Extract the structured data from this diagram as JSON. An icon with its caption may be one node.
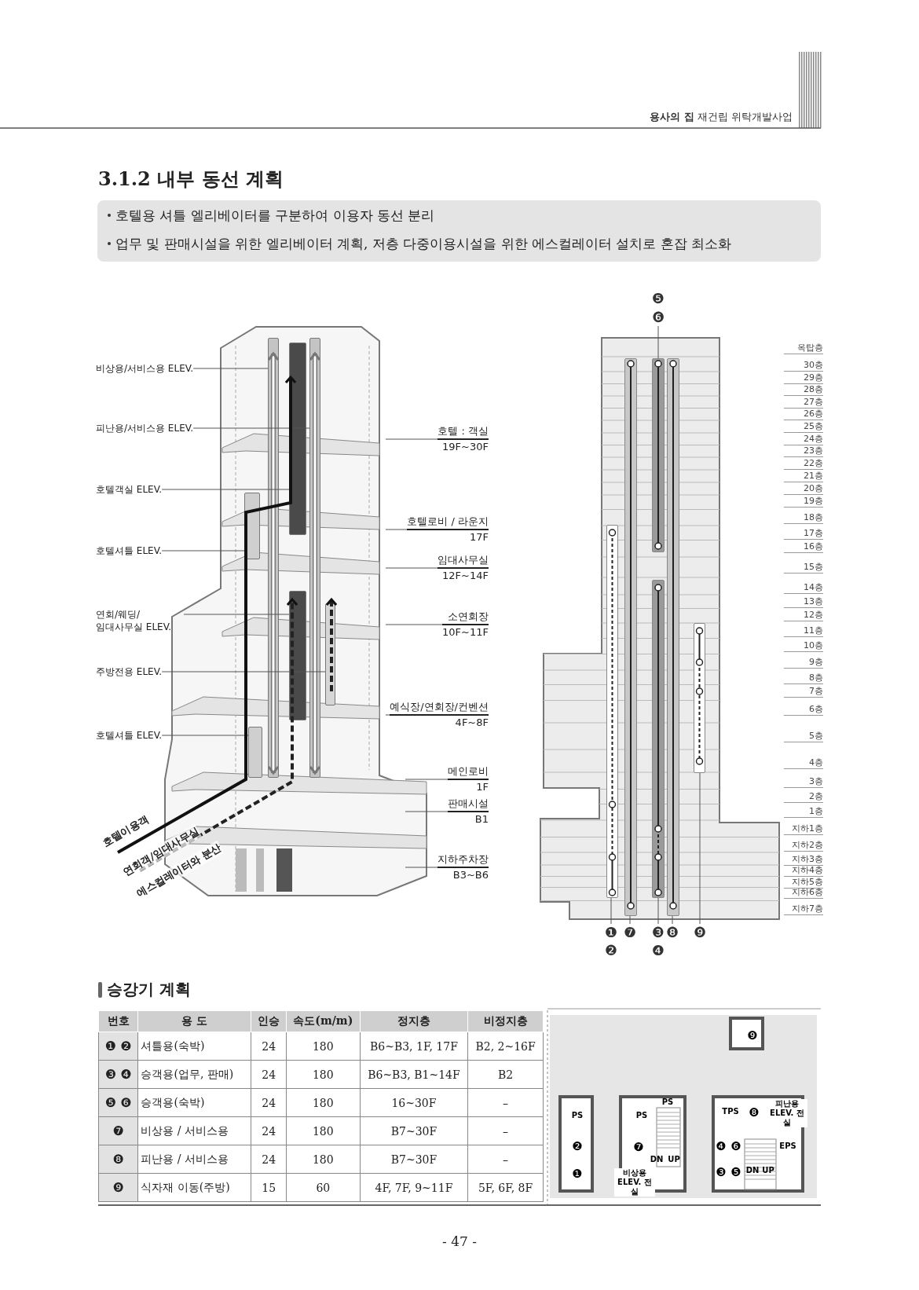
{
  "diagram": {
    "title": "3.1.2 내부 동선 계획",
    "nodes": [
      {
        "text": [
          "비상용/서비스용 ELEV."
        ]
      },
      {
        "text": [
          "피난용/서비스용 ELEV."
        ]
      },
      {
        "text": [
          "호텔객실 ELEV."
        ]
      },
      {
        "text": [
          "호텔셔틀 ELEV."
        ]
      },
      {
        "text": [
          "연회/웨딩/ 임대사무실 ELEV."
        ]
      },
      {
        "text": [
          "주방전용 ELEV."
        ]
      },
      {
        "text": [
          "호텔셔틀 ELEV."
        ]
      },
      {
        "text": [],
        "shape": "bar"
      },
      {
        "text": [],
        "shape": "bar"
      },
      {
        "text": [],
        "shape": "bar"
      },
      {
        "text": [],
        "shape": "bar"
      },
      {
        "text": [],
        "shape": "bar"
      },
      {
        "text": [],
        "shape": "bar"
      },
      {
        "text": [],
        "shape": "bar"
      },
      {
        "text": [
          "호텔 : 객실",
          "19F~30F"
        ]
      },
      {
        "text": [
          "호텔로비 / 라운지",
          "17F"
        ]
      },
      {
        "text": [
          "임대사무실",
          "12F~14F"
        ]
      },
      {
        "text": [
          "소연회장",
          "10F~11F"
        ]
      },
      {
        "text": [
          "예식장/연회장/컨벤션",
          "4F~8F"
        ]
      },
      {
        "text": [
          "메인로비",
          "1F"
        ]
      },
      {
        "text": [
          "판매시설",
          "B1"
        ]
      },
      {
        "text": [
          "지하주차장",
          "B3~B6"
        ]
      },
      {
        "text": [
          "❻"
        ]
      },
      {
        "text": [
          "❶"
        ]
      },
      {
        "text": [
          "❼"
        ]
      },
      {
        "text": [
          "❸"
        ]
      },
      {
        "text": [
          "❽"
        ]
      },
      {
        "text": [
          "❾"
        ]
      },
      {
        "text": [],
        "shape": "bar"
      },
      {
        "text": [],
        "shape": "bar"
      },
      {
        "text": [],
        "shape": "bar"
      },
      {
        "text": [],
        "shape": "bar"
      },
      {
        "text": [],
        "shape": "bar"
      },
      {
        "text": [],
        "shape": "bar"
      }
    ],
    "edges": [
      {
        "from": 0,
        "to": 7,
        "arrow": "none"
      },
      {
        "from": 1,
        "to": 8,
        "arrow": "none"
      },
      {
        "from": 2,
        "to": 9,
        "arrow": "none"
      },
      {
        "from": 3,
        "to": 10,
        "arrow": "none"
      },
      {
        "from": 4,
        "to": 11,
        "arrow": "none"
      },
      {
        "from": 5,
        "to": 12,
        "arrow": "none"
      },
      {
        "from": 6,
        "to": 13,
        "arrow": "none"
      },
      {
        "from": 14,
        "to": null,
        "arrow": "none"
      },
      {
        "from": 15,
        "to": null,
        "arrow": "none"
      },
      {
        "from": 16,
        "to": null,
        "arrow": "none"
      },
      {
        "from": 17,
        "to": null,
        "arrow": "none"
      },
      {
        "from": 18,
        "to": null,
        "arrow": "none"
      },
      {
        "from": 19,
        "to": null,
        "arrow": "none"
      },
      {
        "from": 20,
        "to": null,
        "arrow": "none"
      },
      {
        "from": 21,
        "to": null,
        "arrow": "none"
      },
      {
        "from": 22,
        "to": 30,
        "arrow": "none"
      },
      {
        "from": 23,
        "to": 28,
        "arrow": "none"
      },
      {
        "from": 24,
        "to": 29,
        "arrow": "none"
      },
      {
        "from": 25,
        "to": 31,
        "arrow": "none"
      },
      {
        "from": 26,
        "to": 32,
        "arrow": "none"
      },
      {
        "from": 27,
        "to": 33,
        "arrow": "none"
      }
    ],
    "labels": [
      "**용사의 집** 재건립 위탁개발사업",
      "호텔용 셔틀 엘리베이터를 구분하여 이용자 동선 분리",
      "업무 및 판매시설을 위한 엘리베이터 계획, 저층 다중이용시설을 위한 에스컬레이터 설치로 혼잡 최소화",
      "호텔이용객",
      "연회객/임대사무실",
      "에스컬레이터와 분산",
      "❺",
      "옥탑층",
      "30층",
      "29층",
      "28층",
      "27층",
      "26층",
      "25층",
      "24층",
      "23층",
      "22층",
      "21층",
      "20층",
      "19층",
      "18층",
      "17층",
      "16층",
      "15층",
      "14층",
      "13층",
      "12층",
      "11층",
      "10층",
      "9층",
      "8층",
      "7층",
      "6층",
      "5층",
      "4층",
      "3층",
      "2층",
      "1층",
      "지하1층",
      "지하2층",
      "지하3층",
      "지하4층",
      "지하5층",
      "지하6층",
      "지하7층",
      "❷",
      "❹",
      "승강기 계획",
      "번호",
      "용 도",
      "인승",
      "속도(m/m)",
      "정지층",
      "비정지층",
      "❶ ❷",
      "셔틀용(숙박)",
      "24",
      "180",
      "B6~B3, 1F, 17F",
      "B2, 2~16F",
      "❸ ❹",
      "승객용(업무, 판매)",
      "24",
      "180",
      "B6~B3, B1~14F",
      "B2",
      "❺ ❻",
      "승객용(숙박)",
      "24",
      "180",
      "16~30F",
      "–",
      "❼",
      "비상용 / 서비스용",
      "24",
      "180",
      "B7~30F",
      "–",
      "❽",
      "피난용 / 서비스용",
      "24",
      "180",
      "B7~30F",
      "–",
      "❾",
      "식자재 이동(주방)",
      "15",
      "60",
      "4F, 7F, 9~11F",
      "5F, 6F, 8F",
      "❾",
      "PS",
      "❷",
      "❶",
      "PS",
      "PS",
      "❼",
      "DN",
      "UP",
      "비상용 ELEV. 전실",
      "TPS",
      "❽",
      "피난용 ELEV. 전실",
      "❹",
      "❻",
      "EPS",
      "❸",
      "❺",
      "DN",
      "UP",
      "- 47 -"
    ]
  }
}
